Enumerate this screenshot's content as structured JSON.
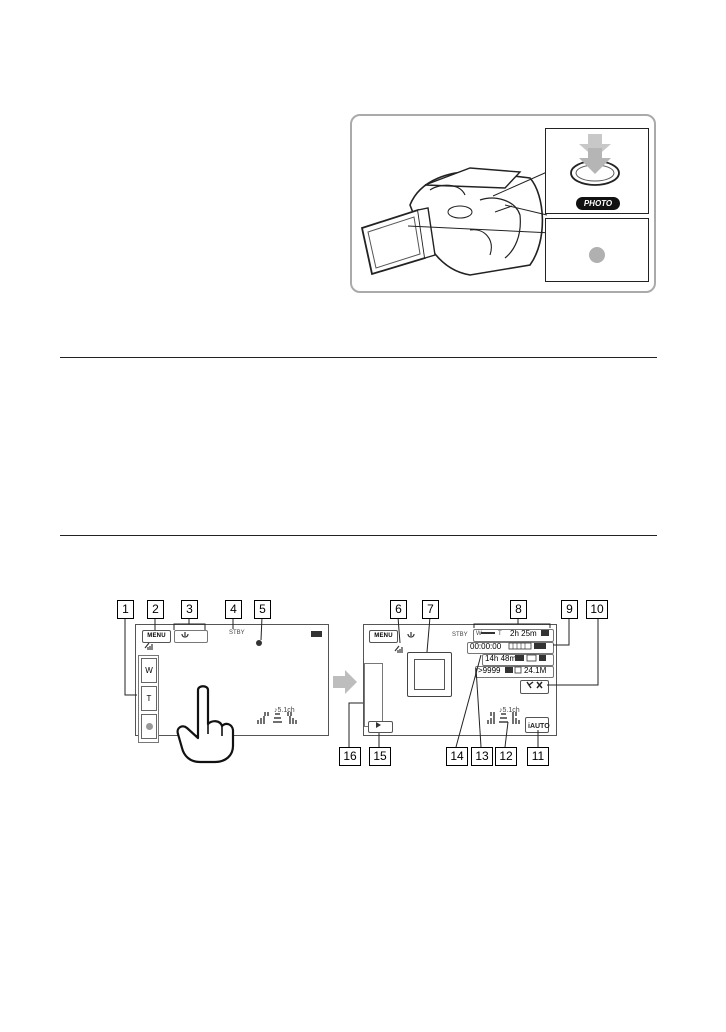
{
  "camera_figure": {
    "photo_button_label": "PHOTO"
  },
  "screen_left": {
    "menu_label": "MENU",
    "standby_text": "STBY",
    "audio_channel": "♪5.1ch",
    "zoom_w": "W",
    "zoom_t": "T"
  },
  "screen_right": {
    "menu_label": "MENU",
    "standby_text": "STBY",
    "zoom_w": "W",
    "zoom_t": "T",
    "remaining_time": "2h 25m",
    "timecode": "00:00:00",
    "recording_time": "14h 48m",
    "photo_count": ">9999",
    "photo_size": "24.1M",
    "audio_channel": "♪5.1ch"
  },
  "callouts": {
    "c1": "1",
    "c2": "2",
    "c3": "3",
    "c4": "4",
    "c5": "5",
    "c6": "6",
    "c7": "7",
    "c8": "8",
    "c9": "9",
    "c10": "10",
    "c11": "11",
    "c12": "12",
    "c13": "13",
    "c14": "14",
    "c15": "15",
    "c16": "16"
  },
  "colors": {
    "line": "#222222",
    "inset_border": "#aaaaaa",
    "arrow_gray": "#bdbdbd",
    "dot_gray": "#b0b0b0"
  }
}
